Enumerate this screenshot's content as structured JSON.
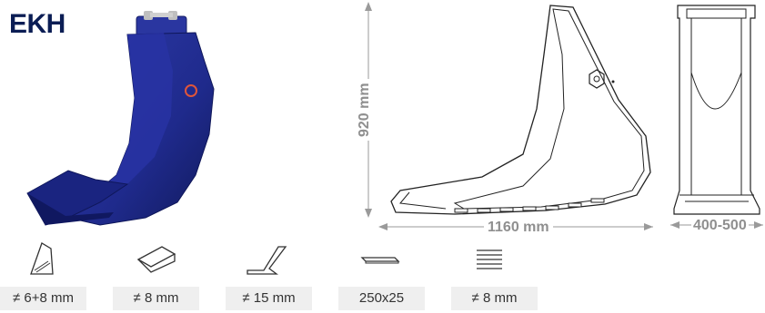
{
  "product": {
    "model": "EKH"
  },
  "dimensions": {
    "height": "920 mm",
    "length": "1160 mm",
    "width": "400-500"
  },
  "specs": [
    {
      "icon": "side-plate-icon",
      "value": "≠ 6+8 mm"
    },
    {
      "icon": "bottom-plate-icon",
      "value": "≠ 8 mm"
    },
    {
      "icon": "tooth-plate-icon",
      "value": "≠ 15 mm"
    },
    {
      "icon": "cutting-edge-icon",
      "value": "250x25"
    },
    {
      "icon": "wear-strips-icon",
      "value": "≠ 8 mm"
    }
  ],
  "colors": {
    "bucket_blue": "#1f2a8c",
    "brand_text": "#0b1d54",
    "dimension_grey": "#8f8f8f",
    "spec_box_bg": "#efefef"
  }
}
